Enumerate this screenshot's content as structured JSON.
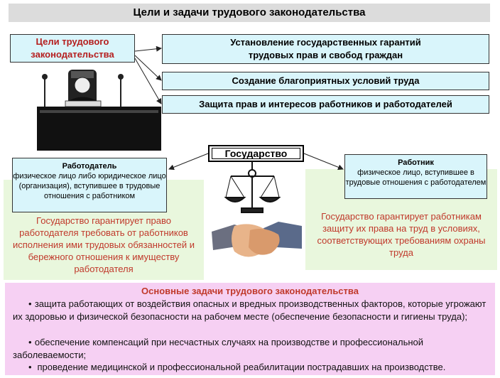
{
  "title": "Цели и задачи трудового законодательства",
  "goals_label": "Цели трудового законодательства",
  "goals": [
    "Установление государственных гарантий трудовых прав и свобод граждан",
    "Создание благоприятных условий труда",
    "Защита прав и интересов работников и работодателей"
  ],
  "state": "Государство",
  "employer": {
    "title": "Работодатель",
    "definition": "физическое лицо либо юридическое лицо (организация), вступившее в трудовые отношения с работником",
    "guarantee": "Государство гарантирует право работодателя требовать от работников исполнения ими трудовых обязанностей и бережного отношения к имуществу работодателя"
  },
  "worker": {
    "title": "Работник",
    "definition": "физическое лицо, вступившее в трудовые отношения с работодателем",
    "guarantee": "Государство гарантирует работникам защиту их права на труд в условиях, соответствующих требованиям охраны труда"
  },
  "tasks": {
    "title": "Основные задачи трудового законодательства",
    "items": [
      "защита работающих от воздействия опасных и вредных производственных факторов, которые угрожают их здоровью и физической безопасности на рабочем месте (обеспечение безопасности и гигиены труда);",
      "обеспечение компенсаций при несчастных случаях на производстве и профессиональной заболеваемости;",
      "проведение медицинской и профессиональной реабилитации пострадавших на производстве."
    ]
  },
  "bullet": "•"
}
